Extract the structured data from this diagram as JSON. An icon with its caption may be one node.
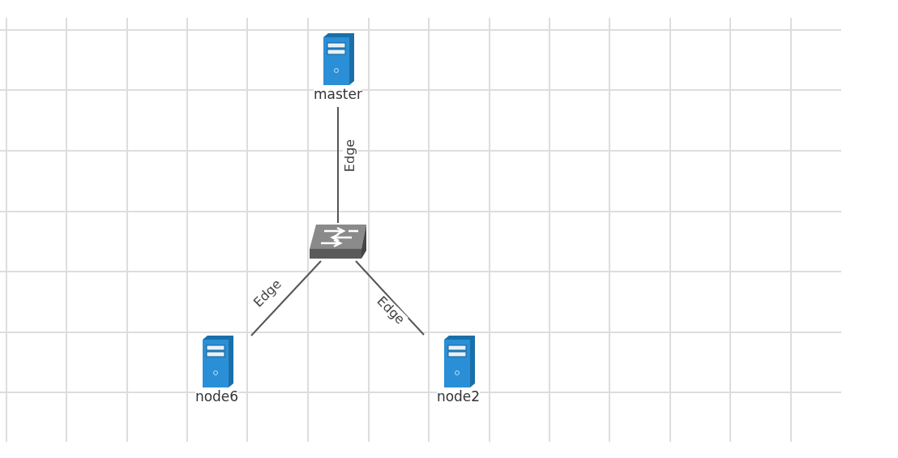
{
  "diagram": {
    "nodes": [
      {
        "text": [
          "master"
        ]
      },
      {
        "text": [],
        "shape": "picture"
      },
      {
        "text": [
          "node6"
        ]
      },
      {
        "text": [
          "node2"
        ]
      }
    ],
    "edges": [
      {
        "from": 0,
        "to": 1,
        "arrow": "none",
        "label": "Edge"
      },
      {
        "from": 1,
        "to": 2,
        "arrow": "none",
        "label": "Edge"
      },
      {
        "from": 1,
        "to": 3,
        "arrow": "none",
        "label": "Edge"
      }
    ]
  }
}
